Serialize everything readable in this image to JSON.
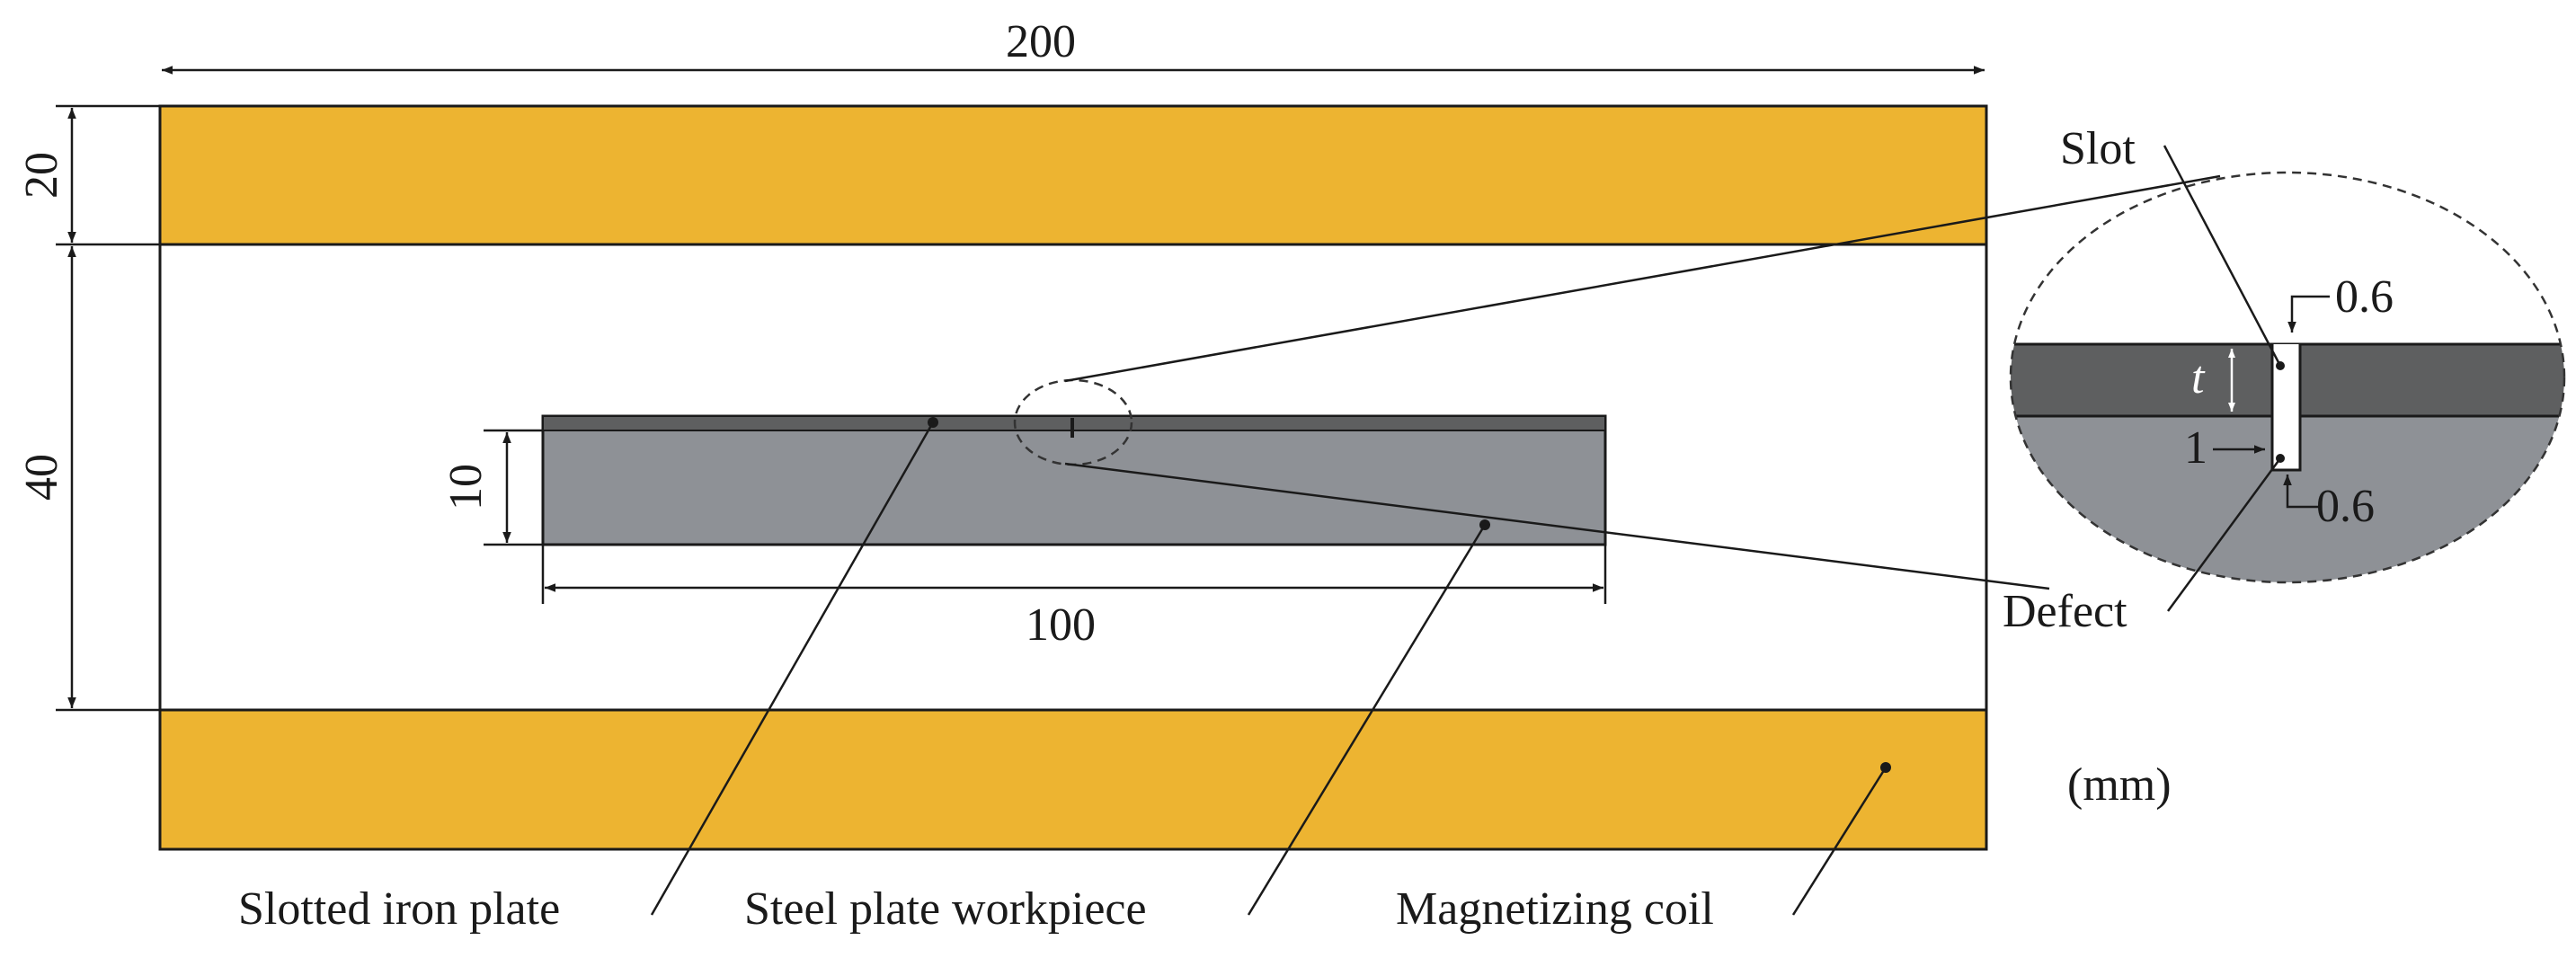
{
  "colors": {
    "coil": "#EDB431",
    "iron_plate": "#5E5F60",
    "steel": "#8E9196",
    "line": "#1a1a1a",
    "white": "#ffffff"
  },
  "dimensions": {
    "overall_width": "200",
    "coil_thickness": "20",
    "gap_height": "40",
    "workpiece_height": "10",
    "workpiece_length": "100",
    "slot_width": "0.6",
    "defect_width": "0.6",
    "defect_depth": "1",
    "iron_thickness": "t"
  },
  "labels": {
    "slotted_iron_plate": "Slotted iron plate",
    "steel_plate_workpiece": "Steel plate workpiece",
    "magnetizing_coil": "Magnetizing coil",
    "slot": "Slot",
    "defect": "Defect",
    "units": "(mm)"
  }
}
